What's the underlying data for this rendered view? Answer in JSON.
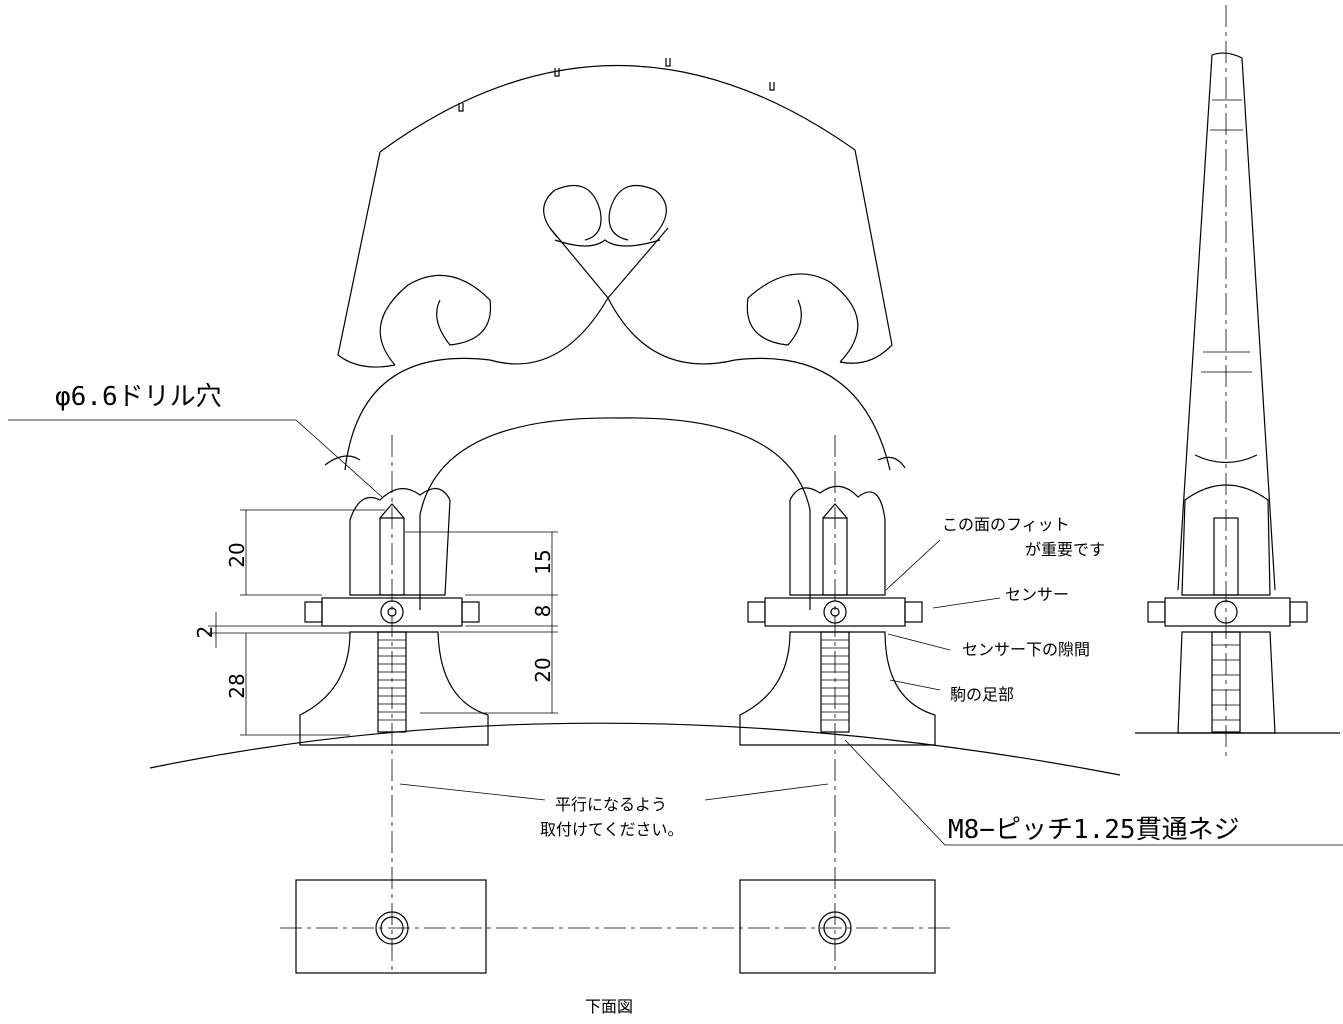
{
  "labels": {
    "drill_hole": "φ6.6ドリル穴",
    "face_fit_1": "この面のフィット",
    "face_fit_2": "が重要です",
    "sensor": "センサー",
    "gap_under_sensor": "センサー下の隙間",
    "bridge_foot": "駒の足部",
    "threaded_rod": "M8−ピッチ1.25貫通ネジ",
    "parallel_1": "平行になるよう",
    "parallel_2": "取付けてください。",
    "bottom_view": "下面図"
  },
  "dimensions": {
    "left_upper": "20",
    "left_gap": "2",
    "left_lower": "28",
    "center_hole_depth": "15",
    "center_sensor": "8",
    "center_lower": "20"
  }
}
